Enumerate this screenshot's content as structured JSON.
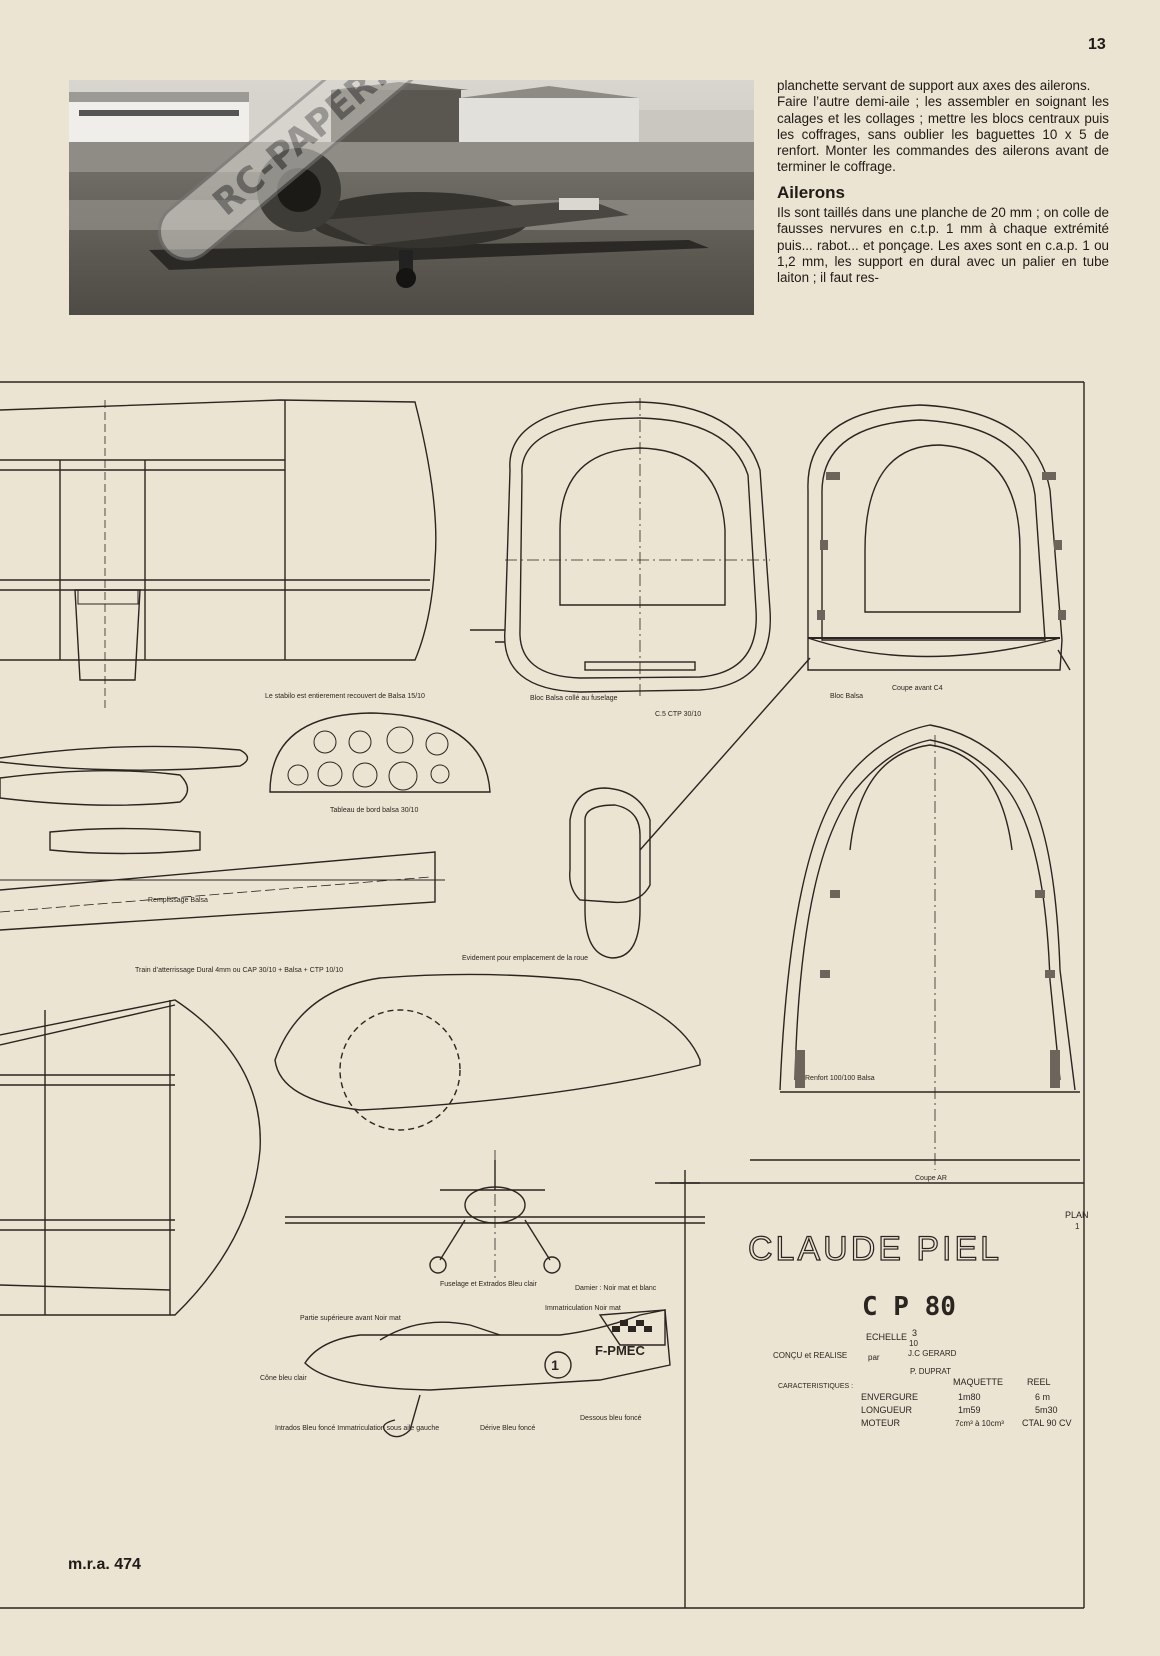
{
  "page_number": "13",
  "footer": "m.r.a. 474",
  "watermark": "RC-PAPER.COM",
  "article": {
    "para1": "planchette servant de support aux axes des ailerons.",
    "para2": "Faire l’autre demi-aile ; les assembler en soignant les calages et les collages ; mettre les blocs centraux puis les coffrages, sans oublier les baguettes 10 x 5 de renfort. Monter les commandes des ailerons avant de terminer le coffrage.",
    "heading": "Ailerons",
    "para3": "Ils sont taillés dans une planche de 20 mm ; on colle de fausses nervures en c.t.p. 1 mm à chaque extrémité puis... rabot... et ponçage. Les axes sont en c.a.p. 1 ou 1,2 mm, les support en dural avec un palier en tube laiton ; il faut res-"
  },
  "photo": {
    "registration": "F-PMEC"
  },
  "drawing_labels": {
    "stab_note": "Le stabilo est entierement recouvert de Balsa 15/10",
    "tableau": "Tableau de bord balsa 30/10",
    "train": "Train d’atterrissage  Dural 4mm ou CAP 30/10 + Balsa + CTP 10/10",
    "remplissage": "Remplissage Balsa",
    "evidement": "Evidement pour emplacement de la roue",
    "coupe_av": "Coupe avant C4",
    "coupe_ar": "Coupe AR",
    "renfort": "Renfort 100/100 Balsa",
    "bloc_balsa": "Bloc Balsa collé au fuselage",
    "bloc_balsa_short": "Bloc Balsa",
    "cs": "C.5 CTP 30/10",
    "fuselage_note": "Fuselage et Extrados Bleu clair",
    "damier": "Damier : Noir mat et blanc",
    "immat": "Immatriculation Noir mat",
    "partie_sup": "Partie supérieure avant Noir mat",
    "cone": "Cône bleu clair",
    "intrados": "Intrados Bleu foncé Immatriculation sous aile gauche",
    "dessous": "Dessous bleu foncé",
    "derive_note": "Dérive Bleu foncé",
    "cockpit_num": "1"
  },
  "title_block": {
    "name": "CLAUDE  PIEL",
    "model": "C P  80",
    "plan_label": "PLAN",
    "plan_num": "1",
    "echelle_label": "ECHELLE",
    "echelle_num": "3",
    "echelle_den": "10",
    "concu_label": "CONÇU et REALISE",
    "par": "par",
    "author1": "J.C GERARD",
    "author2": "P. DUPRAT",
    "car_label": "CARACTERISTIQUES :",
    "col_maquette": "MAQUETTE",
    "col_reel": "REEL",
    "rows": [
      {
        "label": "ENVERGURE",
        "maquette": "1m80",
        "reel": "6 m"
      },
      {
        "label": "LONGUEUR",
        "maquette": "1m59",
        "reel": "5m30"
      },
      {
        "label": "MOTEUR",
        "maquette": "7cm³ à 10cm³",
        "reel": "CTAL 90 CV"
      }
    ]
  }
}
